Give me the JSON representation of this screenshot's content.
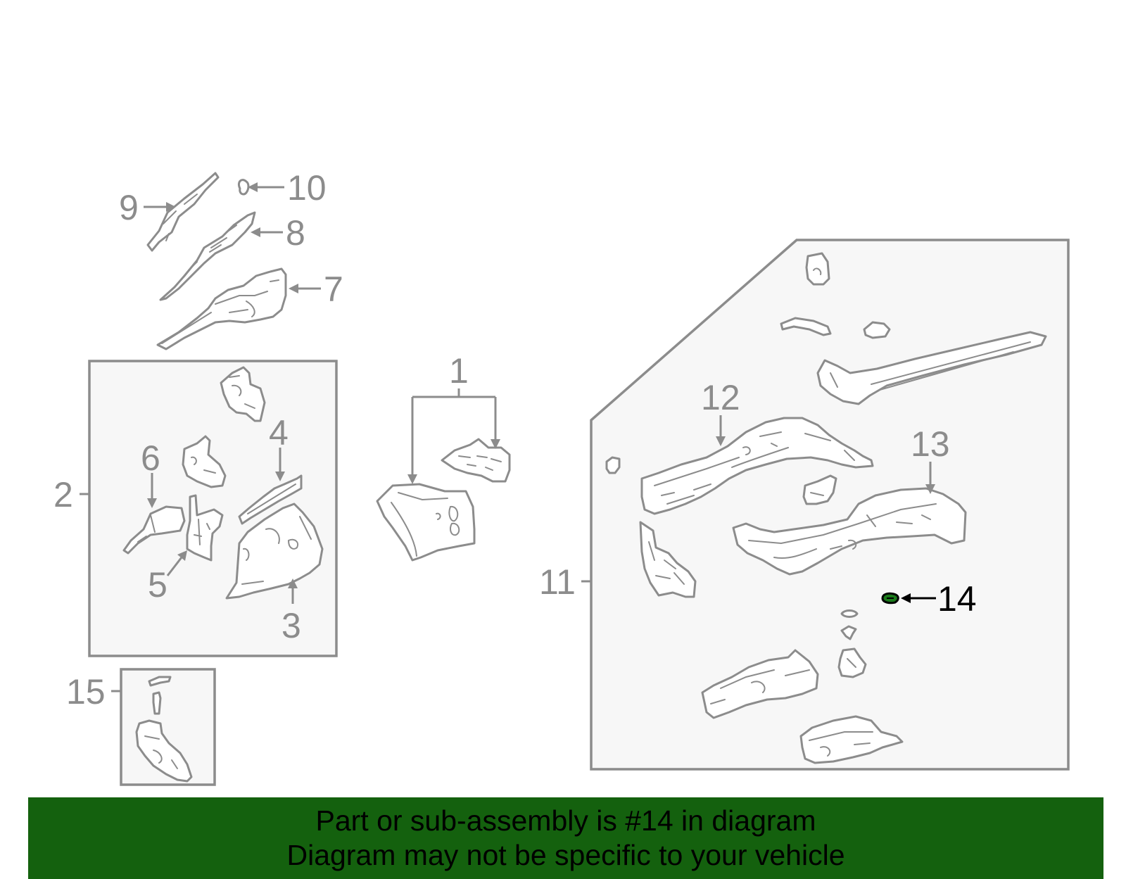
{
  "callouts": {
    "c1": "1",
    "c2": "2",
    "c3": "3",
    "c4": "4",
    "c5": "5",
    "c6": "6",
    "c7": "7",
    "c8": "8",
    "c9": "9",
    "c10": "10",
    "c11": "11",
    "c12": "12",
    "c13": "13",
    "c14": "14",
    "c15": "15"
  },
  "highlighted_callout": "14",
  "colors": {
    "line_gray": "#8c8c8c",
    "highlight": "#000000",
    "highlight_part_fill": "#1a7a1a",
    "banner_bg": "#14610e",
    "banner_text": "#000000",
    "box_fill": "#f7f7f7"
  },
  "banner": {
    "line1": "Part or sub-assembly is #14 in diagram",
    "line2": "Diagram may not be specific to your vehicle"
  }
}
